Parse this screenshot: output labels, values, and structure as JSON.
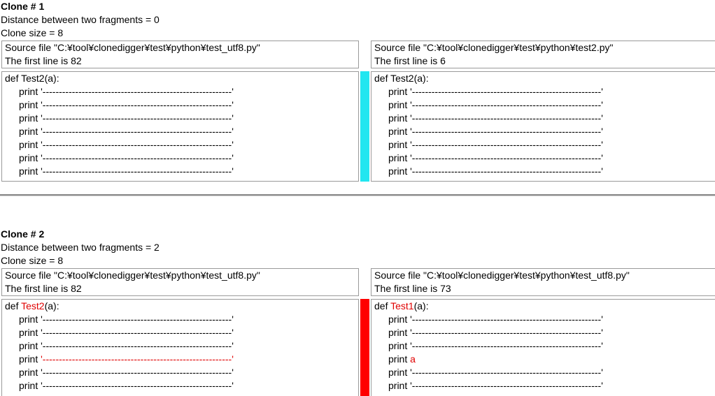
{
  "clones": [
    {
      "title": "Clone # 1",
      "distance": "Distance between two fragments = 0",
      "size": "Clone size = 8",
      "bar_color": "#22e6f0",
      "left": {
        "source": "Source file \"C:¥tool¥clonedigger¥test¥python¥test_utf8.py\"",
        "first_line": "The first line is 82",
        "def_prefix": "def ",
        "def_name": "Test2",
        "def_suffix": "(a):",
        "lines": [
          {
            "kw": "print ",
            "arg": "'----------------------------------------------------------'"
          },
          {
            "kw": "print ",
            "arg": "'----------------------------------------------------------'"
          },
          {
            "kw": "print ",
            "arg": "'----------------------------------------------------------'"
          },
          {
            "kw": "print ",
            "arg": "'----------------------------------------------------------'"
          },
          {
            "kw": "print ",
            "arg": "'----------------------------------------------------------'"
          },
          {
            "kw": "print ",
            "arg": "'----------------------------------------------------------'"
          },
          {
            "kw": "print ",
            "arg": "'----------------------------------------------------------'"
          }
        ]
      },
      "right": {
        "source": "Source file \"C:¥tool¥clonedigger¥test¥python¥test2.py\"",
        "first_line": "The first line is 6",
        "def_prefix": "def ",
        "def_name": "Test2",
        "def_suffix": "(a):",
        "lines": [
          {
            "kw": "print ",
            "arg": "'----------------------------------------------------------'"
          },
          {
            "kw": "print ",
            "arg": "'----------------------------------------------------------'"
          },
          {
            "kw": "print ",
            "arg": "'----------------------------------------------------------'"
          },
          {
            "kw": "print ",
            "arg": "'----------------------------------------------------------'"
          },
          {
            "kw": "print ",
            "arg": "'----------------------------------------------------------'"
          },
          {
            "kw": "print ",
            "arg": "'----------------------------------------------------------'"
          },
          {
            "kw": "print ",
            "arg": "'----------------------------------------------------------'"
          }
        ]
      }
    },
    {
      "title": "Clone # 2",
      "distance": "Distance between two fragments = 2",
      "size": "Clone size = 8",
      "bar_color": "#ff0000",
      "left": {
        "source": "Source file \"C:¥tool¥clonedigger¥test¥python¥test_utf8.py\"",
        "first_line": "The first line is 82",
        "def_prefix": "def ",
        "def_name": "Test2",
        "def_name_diff": true,
        "def_suffix": "(a):",
        "lines": [
          {
            "kw": "print ",
            "arg": "'----------------------------------------------------------'"
          },
          {
            "kw": "print ",
            "arg": "'----------------------------------------------------------'"
          },
          {
            "kw": "print ",
            "arg": "'----------------------------------------------------------'"
          },
          {
            "kw": "print ",
            "arg": "'----------------------------------------------------------'",
            "diff": true
          },
          {
            "kw": "print ",
            "arg": "'----------------------------------------------------------'"
          },
          {
            "kw": "print ",
            "arg": "'----------------------------------------------------------'"
          }
        ]
      },
      "right": {
        "source": "Source file \"C:¥tool¥clonedigger¥test¥python¥test_utf8.py\"",
        "first_line": "The first line is 73",
        "def_prefix": "def ",
        "def_name": "Test1",
        "def_name_diff": true,
        "def_suffix": "(a):",
        "lines": [
          {
            "kw": "print ",
            "arg": "'----------------------------------------------------------'"
          },
          {
            "kw": "print ",
            "arg": "'----------------------------------------------------------'"
          },
          {
            "kw": "print ",
            "arg": "'----------------------------------------------------------'"
          },
          {
            "kw": "print ",
            "arg": "a",
            "diff": true
          },
          {
            "kw": "print ",
            "arg": "'----------------------------------------------------------'"
          },
          {
            "kw": "print ",
            "arg": "'----------------------------------------------------------'"
          }
        ]
      }
    }
  ]
}
